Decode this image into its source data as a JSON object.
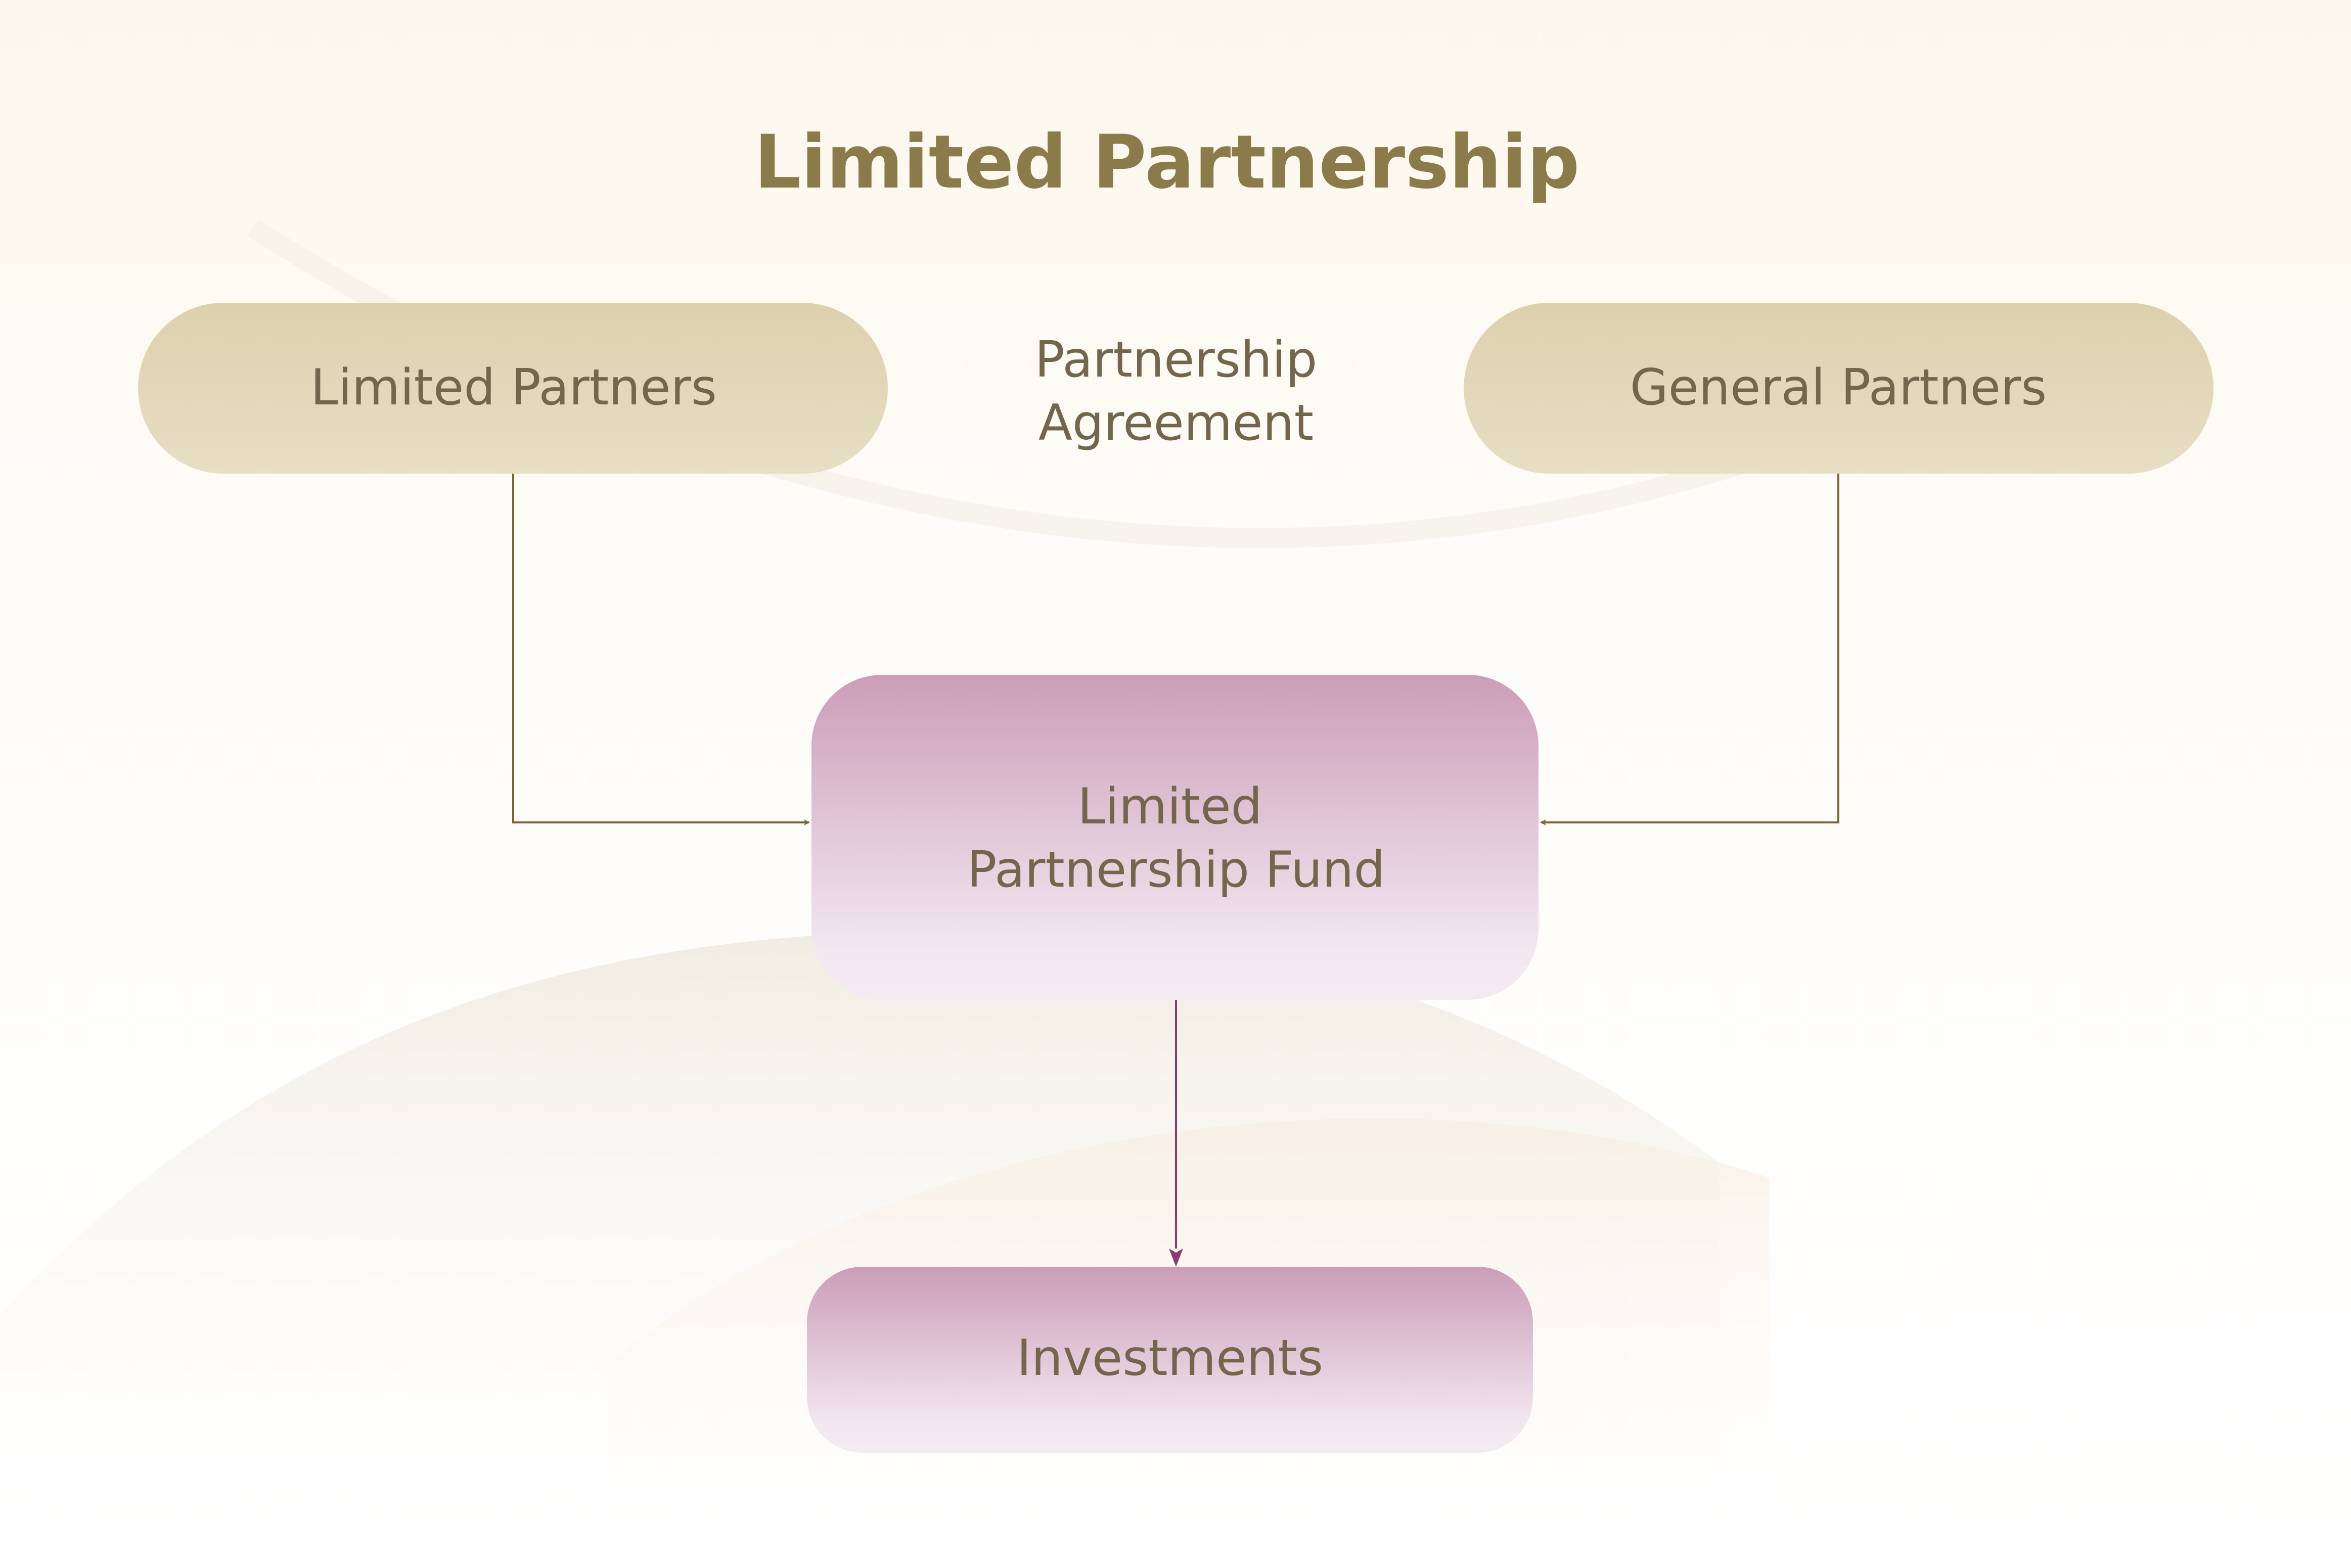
{
  "title": "Limited Partnership",
  "nodes": {
    "limited_partners": "Limited Partners",
    "general_partners": "General Partners",
    "agreement": {
      "line1": "Partnership",
      "line2": "Agreement"
    },
    "fund": {
      "line1": "Limited",
      "line2": "Partnership Fund"
    },
    "investments": "Investments"
  },
  "colors": {
    "title": "#8B7A4A",
    "node_text": "#74664C",
    "pill_top": "#DDD0AE",
    "pill_bottom": "#E7DEC4",
    "fund_top": "#CB9DB8",
    "fund_bottom": "#F4EAF1",
    "connector_brown": "#7C6535",
    "connector_purple": "#8E3A72"
  }
}
